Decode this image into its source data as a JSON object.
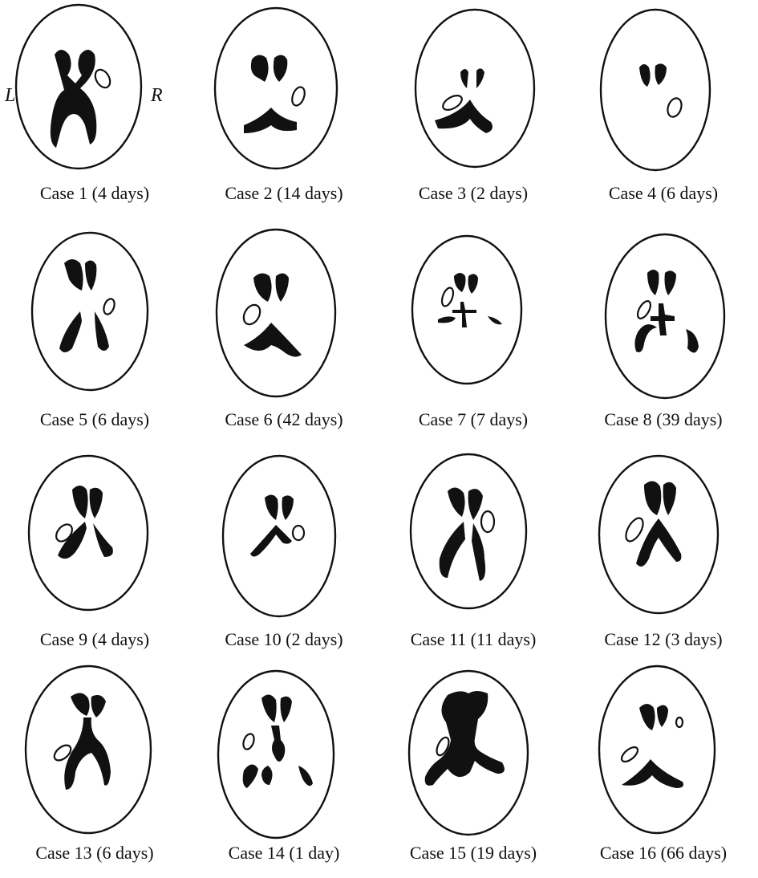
{
  "figure": {
    "side_labels": {
      "left": "L",
      "right": "R"
    },
    "cases": [
      {
        "caption": "Case 1 (4 days)"
      },
      {
        "caption": "Case 2 (14 days)"
      },
      {
        "caption": "Case 3 (2 days)"
      },
      {
        "caption": "Case 4 (6 days)"
      },
      {
        "caption": "Case 5 (6 days)"
      },
      {
        "caption": "Case 6 (42 days)"
      },
      {
        "caption": "Case 7 (7 days)"
      },
      {
        "caption": "Case 8 (39 days)"
      },
      {
        "caption": "Case 9 (4 days)"
      },
      {
        "caption": "Case 10 (2 days)"
      },
      {
        "caption": "Case 11 (11 days)"
      },
      {
        "caption": "Case 12 (3 days)"
      },
      {
        "caption": "Case 13 (6 days)"
      },
      {
        "caption": "Case 14 (1 day)"
      },
      {
        "caption": "Case 15 (19 days)"
      },
      {
        "caption": "Case 16 (66 days)"
      }
    ]
  },
  "colors": {
    "ink": "#111111",
    "background": "#ffffff"
  }
}
